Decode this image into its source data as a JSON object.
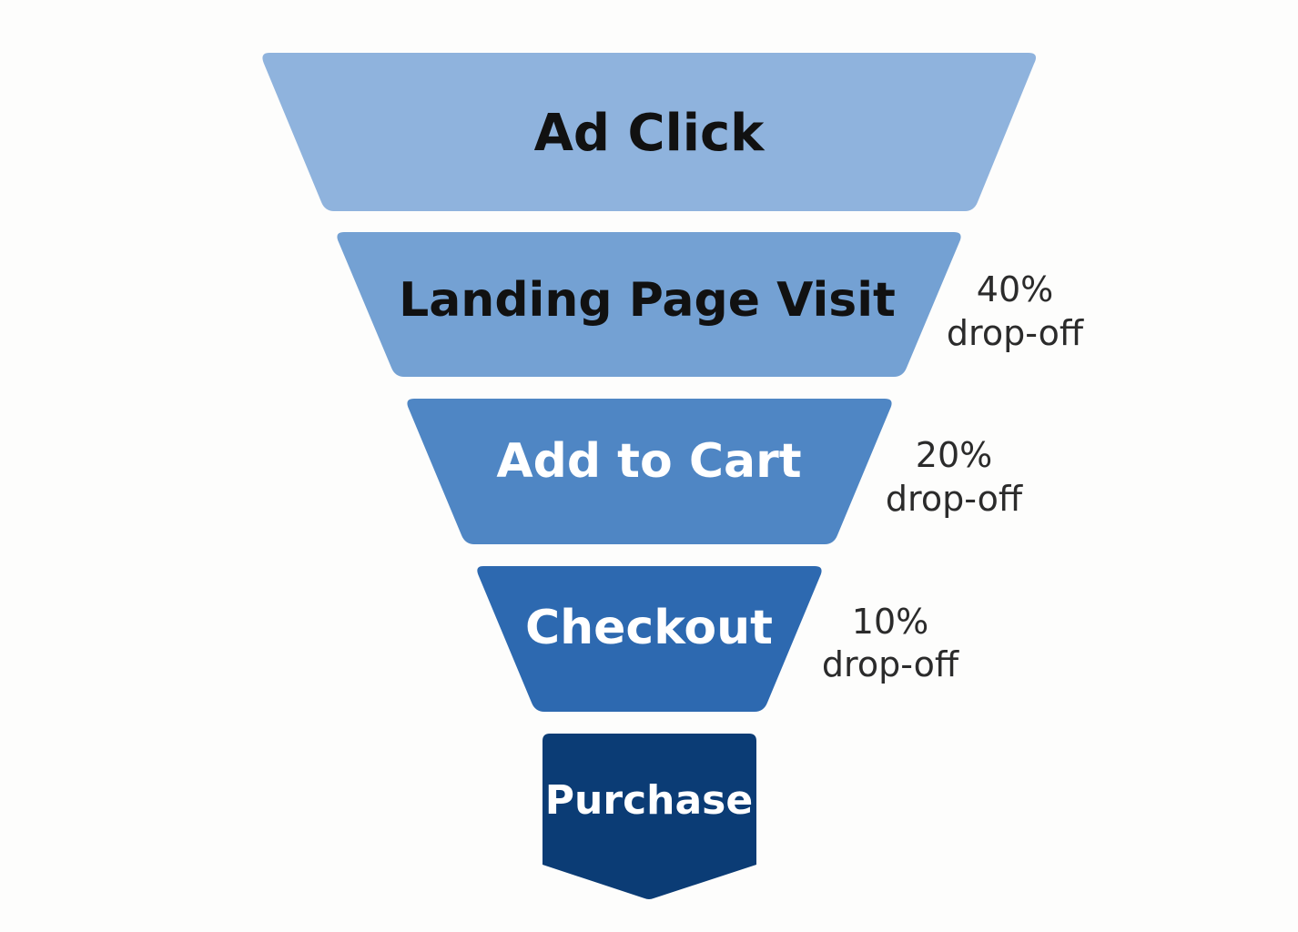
{
  "chart_data": {
    "type": "funnel",
    "stages": [
      {
        "label": "Ad Click",
        "color": "#8fb3dd",
        "text_color": "#111111"
      },
      {
        "label": "Landing Page Visit",
        "color": "#74a1d3",
        "text_color": "#111111",
        "dropoff_value": "40%",
        "dropoff_text": "drop-off"
      },
      {
        "label": "Add to Cart",
        "color": "#4f86c4",
        "text_color": "#ffffff",
        "dropoff_value": "20%",
        "dropoff_text": "drop-off"
      },
      {
        "label": "Checkout",
        "color": "#2d69b0",
        "text_color": "#ffffff",
        "dropoff_value": "10%",
        "dropoff_text": "drop-off"
      },
      {
        "label": "Purchase",
        "color": "#0b3c75",
        "text_color": "#ffffff"
      }
    ]
  }
}
